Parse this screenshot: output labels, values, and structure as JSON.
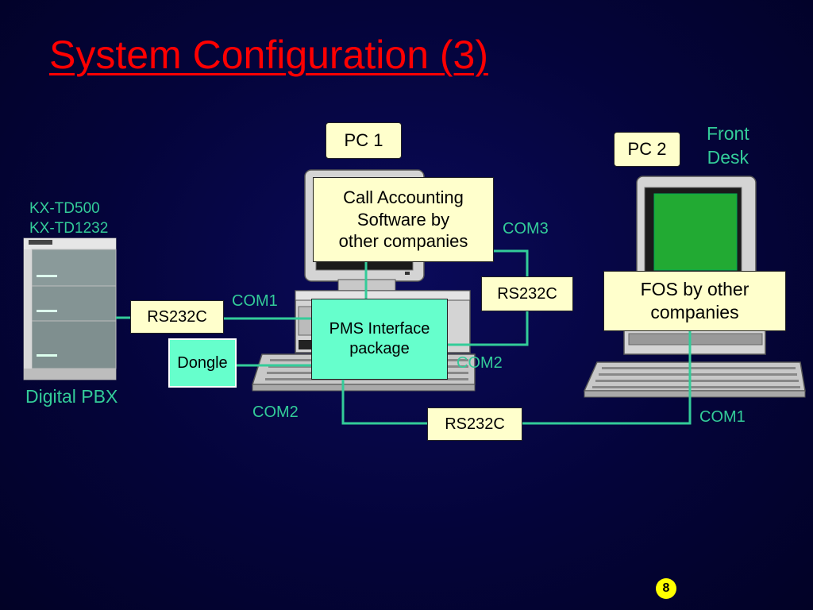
{
  "title": "System Configuration (3)",
  "colors": {
    "background": "#03033f",
    "title": "#ff0000",
    "label_text": "#33cc99",
    "box_yellow": "#ffffcc",
    "box_teal": "#66ffcc",
    "connector": "#33cc99",
    "monitor_screen": "#22aa33",
    "page_marker": "#ffff00"
  },
  "pbx": {
    "model_line1": "KX-TD500",
    "model_line2": "KX-TD1232",
    "label": "Digital PBX"
  },
  "pc1": {
    "label": "PC 1",
    "software": [
      "Call Accounting",
      "Software by",
      "other companies"
    ],
    "pms": [
      "PMS Interface",
      "package"
    ]
  },
  "pc2": {
    "label": "PC 2",
    "location": [
      "Front",
      "Desk"
    ],
    "software": [
      "FOS by other",
      "companies"
    ]
  },
  "connections": {
    "rs232c_pbx": "RS232C",
    "rs232c_com3": "RS232C",
    "rs232c_bottom": "RS232C",
    "dongle": "Dongle",
    "com1_pbx": "COM1",
    "com3": "COM3",
    "com2_right": "COM2",
    "com2_dongle": "COM2",
    "com1_pc2": "COM1"
  },
  "page_marker": "8"
}
